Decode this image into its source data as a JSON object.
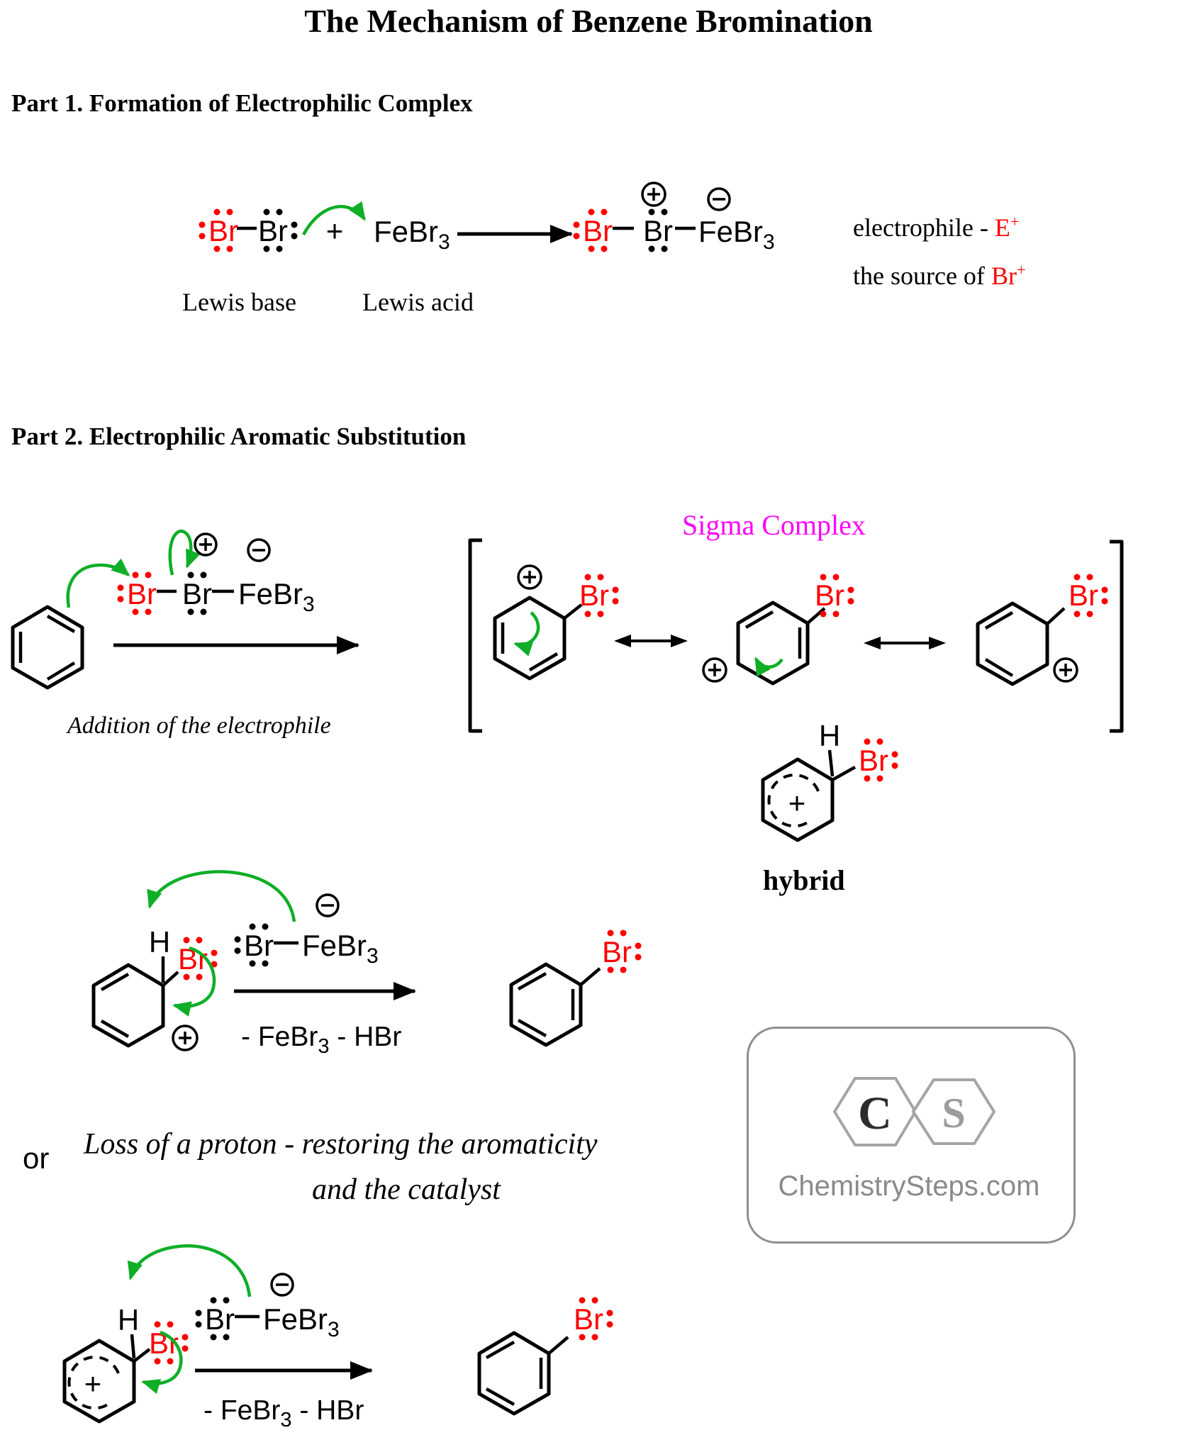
{
  "title": "The Mechanism of Benzene Bromination",
  "colors": {
    "red": "#ff0000",
    "green": "#0fae26",
    "magenta": "#ff00ff",
    "logo_gray": "#8a8a8a"
  },
  "labels": {
    "br": "Br",
    "h": "H",
    "febr": "FeBr",
    "sub3": "3",
    "plus": "+"
  },
  "part1": {
    "heading": "Part 1. Formation of Electrophilic Complex",
    "plus_sign": "+",
    "lewis_base": "Lewis base",
    "lewis_acid": "Lewis acid",
    "electrophile_prefix": "electrophile - ",
    "electrophile_symbol": "E",
    "superscript_plus": "+",
    "source_prefix": "the source of ",
    "source_symbol": "Br"
  },
  "part2": {
    "heading": "Part 2. Electrophilic Aromatic Substitution",
    "sigma_complex_label": "Sigma Complex",
    "addition_caption": "Addition of the electrophile",
    "hybrid_label": "hybrid",
    "or_label": "or",
    "loss_caption_line1": "Loss of a proton - restoring the aromaticity",
    "loss_caption_line2": "and the catalyst",
    "byproducts_prefix": "- FeBr",
    "byproducts_sub": "3",
    "byproducts_suffix": " - HBr"
  },
  "logo": {
    "letter_c": "C",
    "letter_s": "S",
    "site": "ChemistrySteps.com"
  }
}
